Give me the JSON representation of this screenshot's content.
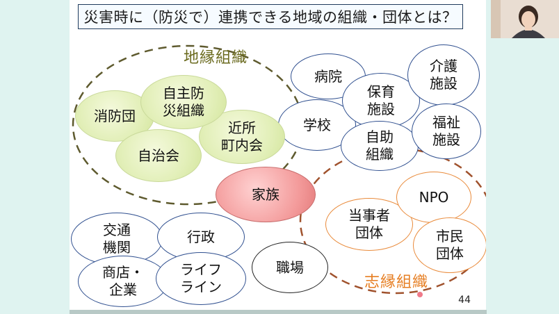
{
  "slide": {
    "title": "災害時に（防災で）連携できる地域の組織・団体とは？",
    "page_number": "44",
    "group_labels": {
      "chien": "地縁組織",
      "shien": "志縁組織"
    },
    "nodes": {
      "byouin": "病院",
      "hoiku": "保育\n施設",
      "kaigo": "介護\n施設",
      "gakkou": "学校",
      "jijo": "自助\n組織",
      "fukushi": "福祉\n施設",
      "jishubou": "自主防\n災組織",
      "shoubou": "消防団",
      "kinjo": "近所\n町内会",
      "jichikai": "自治会",
      "kazoku": "家族",
      "npo": "NPO",
      "toujisha": "当事者\n団体",
      "shimin": "市民\n団体",
      "koutsuu": "交通\n機関",
      "gyousei": "行政",
      "shouten": "商店・\n企業",
      "raifu": "ライフ\nライン",
      "shokuba": "職場"
    }
  },
  "colors": {
    "chien_ring": "#5e5a2e",
    "shien_ring": "#a0522d",
    "background": "#dff3f0"
  }
}
